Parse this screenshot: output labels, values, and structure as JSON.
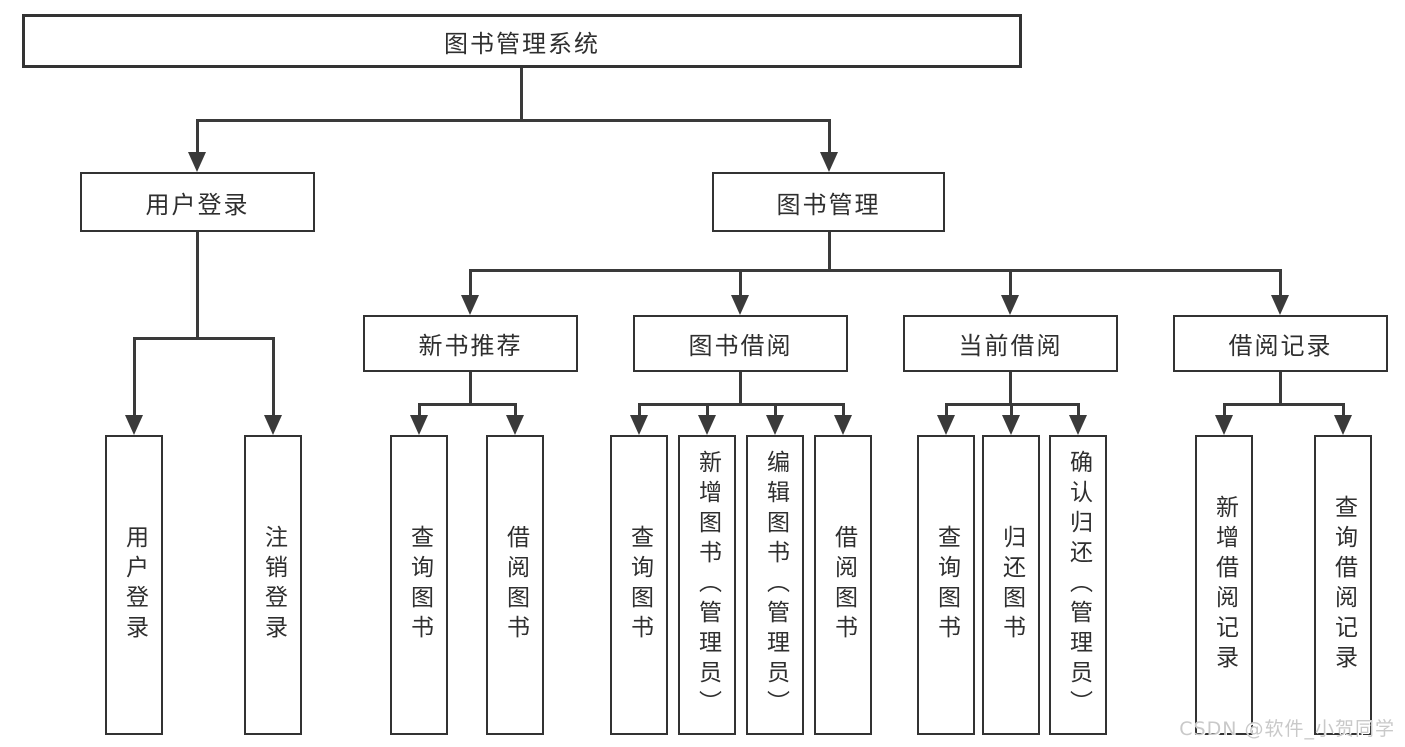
{
  "colors": {
    "bg": "#ffffff",
    "line": "#3a3a3a",
    "border": "#333333",
    "text": "#2f2f2f",
    "watermark": "#c9c9c9"
  },
  "watermark": {
    "text": "CSDN @软件_小贺同学"
  },
  "tree": {
    "root": {
      "label": "图书管理系统"
    },
    "children": [
      {
        "label": "用户登录",
        "children": [
          {
            "label": "用户登录"
          },
          {
            "label": "注销登录"
          }
        ]
      },
      {
        "label": "图书管理",
        "children": [
          {
            "label": "新书推荐",
            "children": [
              {
                "label": "查询图书"
              },
              {
                "label": "借阅图书"
              }
            ]
          },
          {
            "label": "图书借阅",
            "children": [
              {
                "label": "查询图书"
              },
              {
                "label": "新增图书（管理员）"
              },
              {
                "label": "编辑图书（管理员）"
              },
              {
                "label": "借阅图书"
              }
            ]
          },
          {
            "label": "当前借阅",
            "children": [
              {
                "label": "查询图书"
              },
              {
                "label": "归还图书"
              },
              {
                "label": "确认归还（管理员）"
              }
            ]
          },
          {
            "label": "借阅记录",
            "children": [
              {
                "label": "新增借阅记录"
              },
              {
                "label": "查询借阅记录"
              }
            ]
          }
        ]
      }
    ]
  }
}
